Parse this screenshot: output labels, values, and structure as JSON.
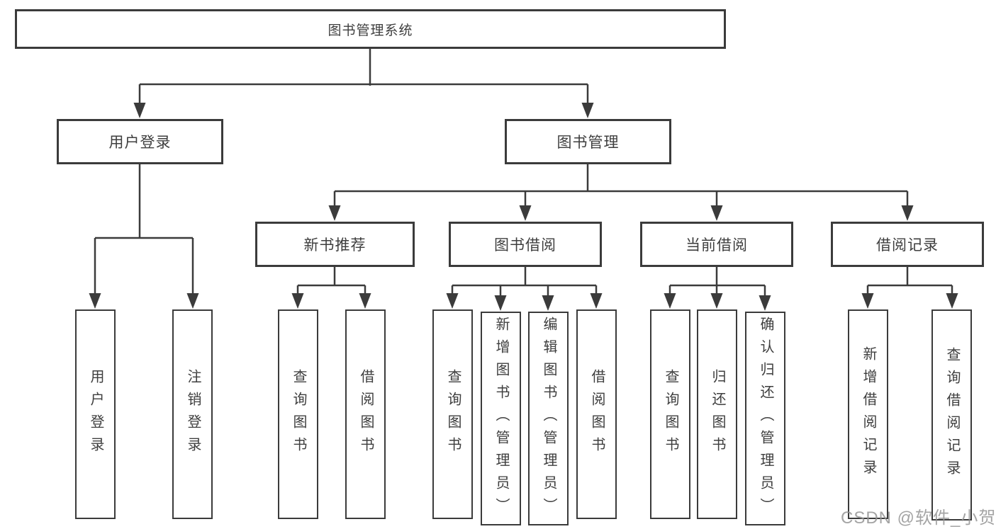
{
  "nodes": {
    "root": "图书管理系统",
    "user-login": "用户登录",
    "book-management": "图书管理",
    "leaf-user-login": "用户登录",
    "leaf-logout": "注销登录",
    "new-book-recommend": "新书推荐",
    "book-borrow": "图书借阅",
    "current-borrow": "当前借阅",
    "borrow-record": "借阅记录",
    "nbr-query-book": "查询图书",
    "nbr-borrow-book": "借阅图书",
    "bb-query-book": "查询图书",
    "bb-add-book": "新增图书（管理员）",
    "bb-edit-book": "编辑图书（管理员）",
    "bb-borrow-book": "借阅图书",
    "cb-query-book": "查询图书",
    "cb-return-book": "归还图书",
    "cb-confirm-return": "确认归还（管理员）",
    "br-add-record": "新增借阅记录",
    "br-query-record": "查询借阅记录"
  },
  "hierarchy": {
    "图书管理系统": {
      "用户登录": [
        "用户登录",
        "注销登录"
      ],
      "图书管理": {
        "新书推荐": [
          "查询图书",
          "借阅图书"
        ],
        "图书借阅": [
          "查询图书",
          "新增图书（管理员）",
          "编辑图书（管理员）",
          "借阅图书"
        ],
        "当前借阅": [
          "查询图书",
          "归还图书",
          "确认归还（管理员）"
        ],
        "借阅记录": [
          "新增借阅记录",
          "查询借阅记录"
        ]
      }
    }
  },
  "colors": {
    "line": "#3b3b3b",
    "text": "#3e3e3e",
    "box_fill": "#ffffff",
    "watermark": "#949494",
    "background": "#ffffff"
  },
  "watermark": "CSDN @软件_小贺同学"
}
